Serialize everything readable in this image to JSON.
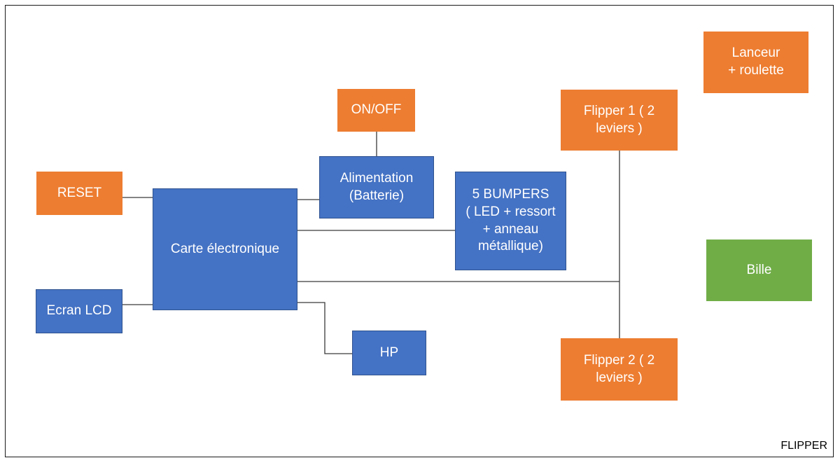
{
  "diagram": {
    "title": "FLIPPER",
    "colors": {
      "blue_block": "#4472c4",
      "orange_block": "#ed7d31",
      "green_block": "#70ad47",
      "connector": "#3a3a3a"
    },
    "nodes": {
      "carte": {
        "label": "Carte électronique",
        "color": "blue"
      },
      "alimentation": {
        "label": "Alimentation\n(Batterie)",
        "color": "blue"
      },
      "bumpers": {
        "label": "5 BUMPERS\n( LED + ressort\n+ anneau\nmétallique)",
        "color": "blue"
      },
      "ecran": {
        "label": "Ecran LCD",
        "color": "blue"
      },
      "hp": {
        "label": "HP",
        "color": "blue"
      },
      "onoff": {
        "label": "ON/OFF",
        "color": "orange"
      },
      "reset": {
        "label": "RESET",
        "color": "orange"
      },
      "flipper1": {
        "label": "Flipper 1 ( 2\nleviers )",
        "color": "orange"
      },
      "flipper2": {
        "label": "Flipper 2 ( 2\nleviers )",
        "color": "orange"
      },
      "lanceur": {
        "label": "Lanceur\n+ roulette",
        "color": "orange"
      },
      "bille": {
        "label": "Bille",
        "color": "green"
      }
    },
    "edges": [
      {
        "from": "reset",
        "to": "carte"
      },
      {
        "from": "ecran",
        "to": "carte"
      },
      {
        "from": "carte",
        "to": "alimentation"
      },
      {
        "from": "onoff",
        "to": "alimentation"
      },
      {
        "from": "carte",
        "to": "bumpers"
      },
      {
        "from": "carte",
        "to": "hp"
      },
      {
        "from": "carte",
        "to": "flipper1"
      },
      {
        "from": "carte",
        "to": "flipper2"
      }
    ]
  }
}
